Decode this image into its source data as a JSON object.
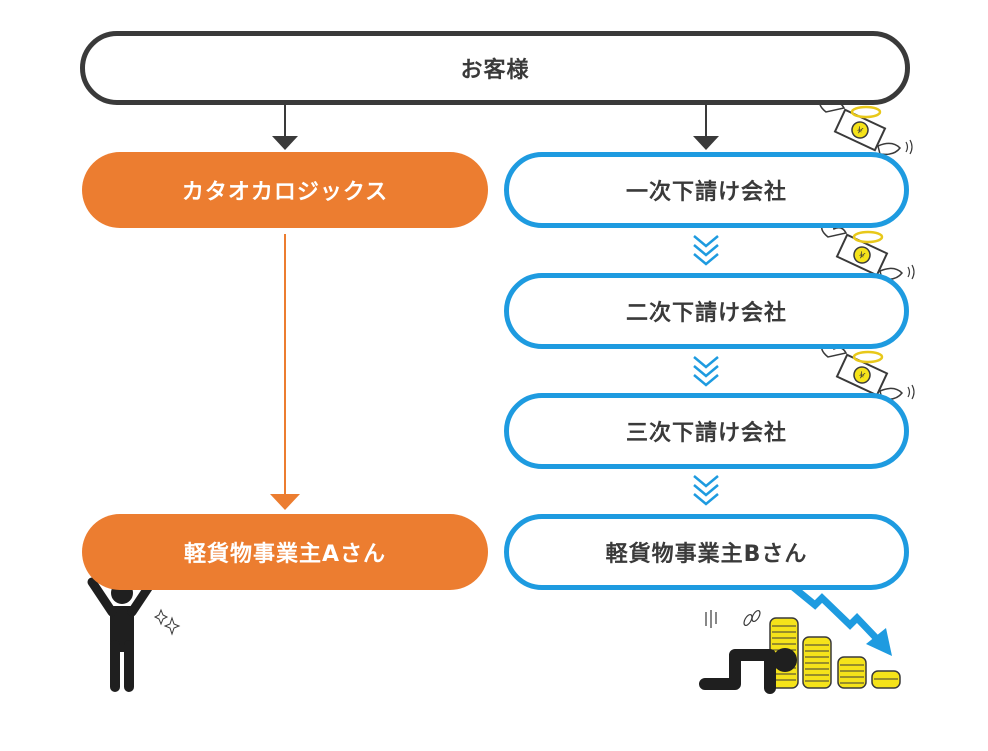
{
  "diagram": {
    "top_node": {
      "label": "お客様"
    },
    "left_branch": {
      "company": {
        "label": "カタオカロジックス"
      },
      "driver": {
        "label": "軽貨物事業主Aさん",
        "mood": "happy"
      }
    },
    "right_branch": {
      "tiers": [
        {
          "label": "一次下請け会社",
          "decoration": "flying-money"
        },
        {
          "label": "二次下請け会社",
          "decoration": "flying-money"
        },
        {
          "label": "三次下請け会社",
          "decoration": "flying-money"
        }
      ],
      "driver": {
        "label": "軽貨物事業主Bさん",
        "mood": "despair"
      }
    },
    "colors": {
      "dark": "#3a3a3a",
      "orange": "#ec7d30",
      "blue": "#1e9be0",
      "coin": "#f5e31a"
    }
  }
}
